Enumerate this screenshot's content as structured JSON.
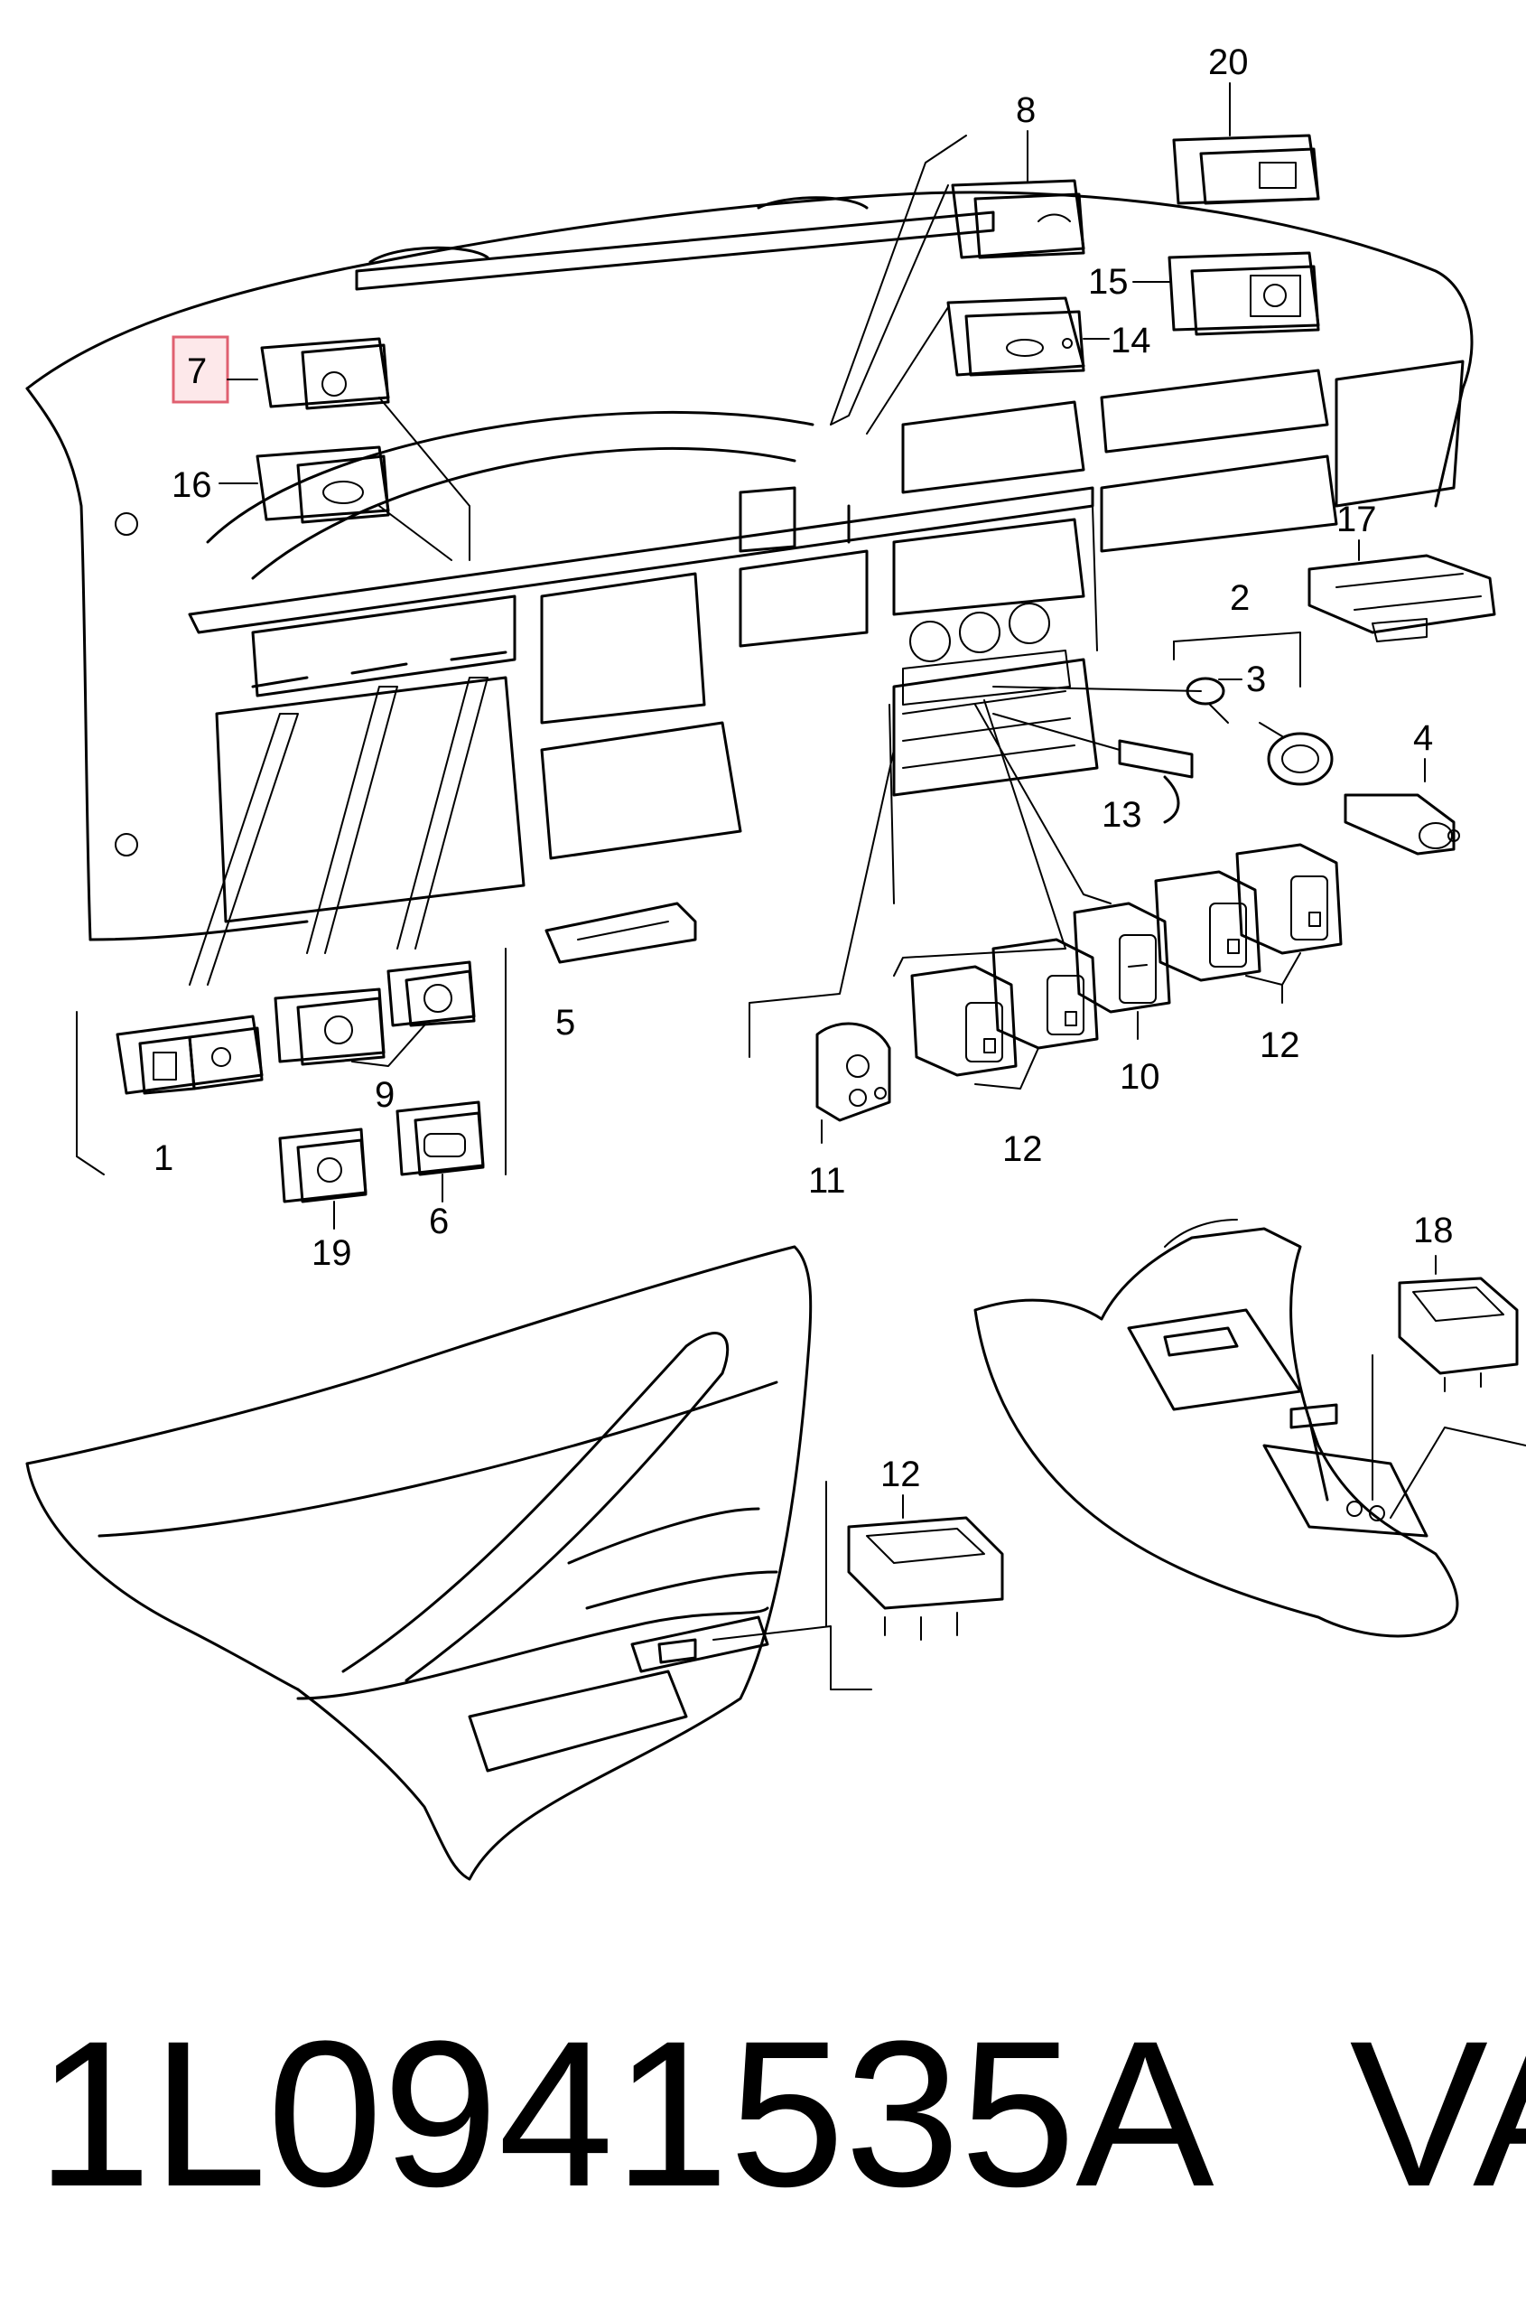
{
  "callouts": {
    "c1": "1",
    "c2": "2",
    "c3": "3",
    "c4": "4",
    "c5": "5",
    "c6": "6",
    "c7": "7",
    "c8": "8",
    "c9": "9",
    "c10": "10",
    "c11": "11",
    "c12a": "12",
    "c12b": "12",
    "c12c": "12",
    "c13": "13",
    "c14": "14",
    "c15": "15",
    "c16": "16",
    "c17": "17",
    "c18": "18",
    "c19": "19",
    "c20": "20"
  },
  "highlight": {
    "callout": "7",
    "color": "#e06070"
  },
  "footer": {
    "part_number": "1L0941535A",
    "brand": "VAG"
  }
}
